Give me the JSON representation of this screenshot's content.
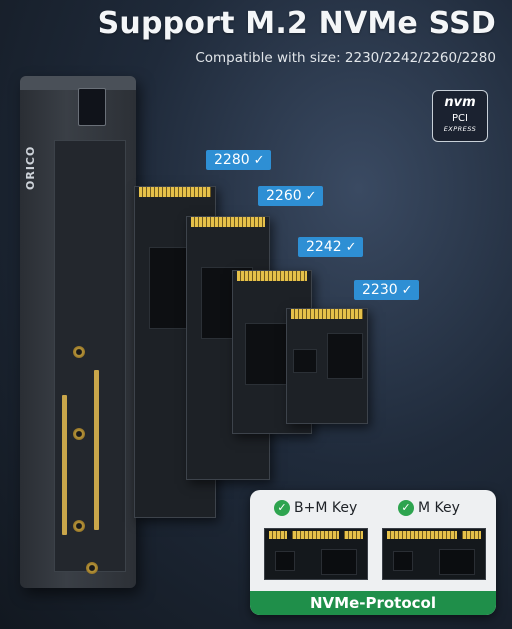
{
  "header": {
    "title": "Support M.2 NVMe SSD",
    "subtitle": "Compatible with size: 2230/2242/2260/2280"
  },
  "badge": {
    "top": "nvm",
    "bottom": "PCI",
    "tagline": "EXPRESS"
  },
  "brand": {
    "name": "ORICO"
  },
  "sizes": [
    {
      "label": "2280",
      "check": "✓"
    },
    {
      "label": "2260",
      "check": "✓"
    },
    {
      "label": "2242",
      "check": "✓"
    },
    {
      "label": "2230",
      "check": "✓"
    }
  ],
  "keys": {
    "items": [
      {
        "label": "B+M Key",
        "check": "✓"
      },
      {
        "label": "M Key",
        "check": "✓"
      }
    ],
    "protocol": "NVMe-Protocol"
  },
  "colors": {
    "tag": "#2e8fd4",
    "protocol": "#1f8f4a",
    "check": "#2ea44f",
    "gold": "#e6c14a"
  }
}
